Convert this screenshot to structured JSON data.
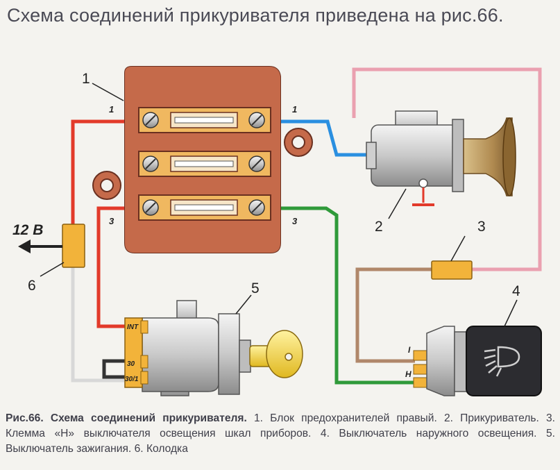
{
  "heading": "Схема соединений прикуривателя приведена на рис.66.",
  "diagram": {
    "callouts": [
      "1",
      "2",
      "3",
      "4",
      "5",
      "6"
    ],
    "voltage": "12 В",
    "fuse_terminals": {
      "left_top": "1",
      "right_top": "1",
      "left_bottom": "3",
      "right_bottom": "3"
    },
    "ignition_terminals": [
      "INT",
      "30",
      "30/1"
    ],
    "light_switch_terminals": {
      "top": "I",
      "bottom": "H"
    }
  },
  "caption": {
    "title": "Рис.66. Схема соединений прикуривателя.",
    "text": " 1. Блок предохранителей правый. 2. Прикуриватель. 3. Клемма «Н» выключателя освещения шкал приборов. 4. Выключатель наружного освещения. 5. Выключатель зажигания. 6. Колодка"
  },
  "colors": {
    "fuse_block": "#c56a4a",
    "wire_red": "#e23a2a",
    "wire_blue": "#2a8fe0",
    "wire_green": "#2f9a3a",
    "wire_pink": "#eaa0b0",
    "wire_brown": "#b0876a",
    "connector_yellow": "#f2b33a"
  }
}
